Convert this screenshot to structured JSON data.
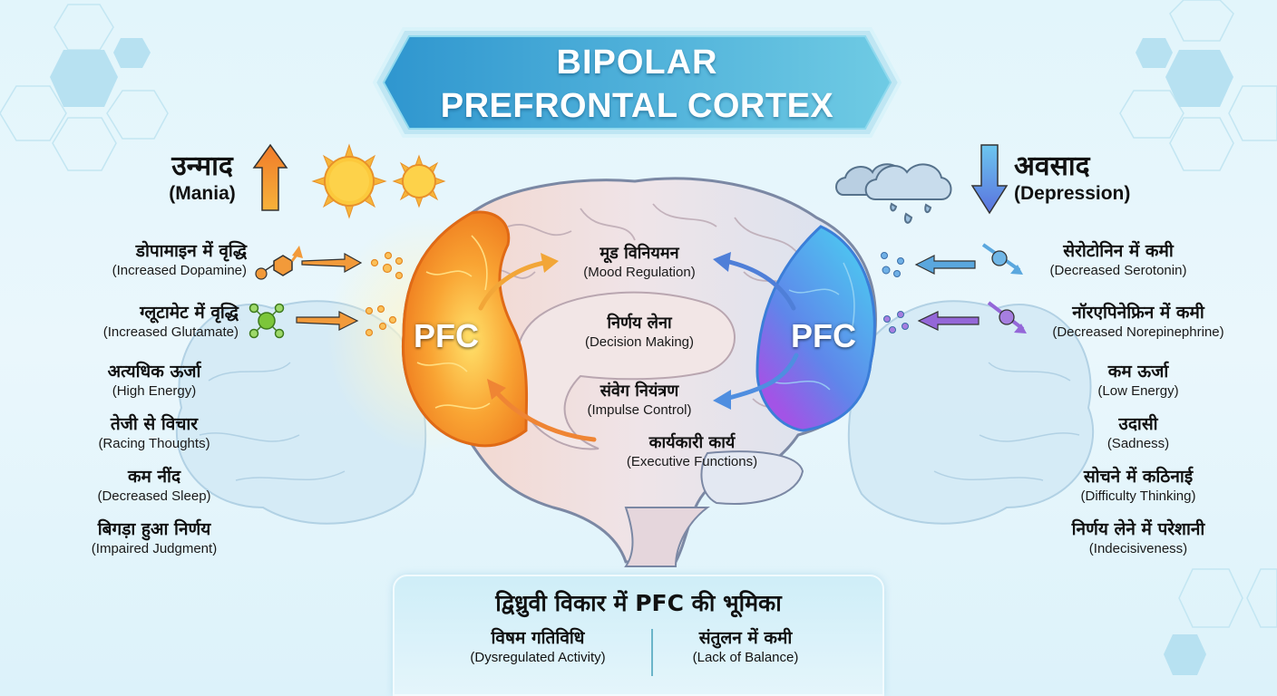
{
  "title": {
    "line1": "BIPOLAR",
    "line2": "PREFRONTAL CORTEX"
  },
  "colors": {
    "background": "#e2f5fb",
    "banner": "#3aa5d4",
    "mania_orange": "#f39a2b",
    "depression_blue": "#4a8fe0",
    "depression_purple": "#8a5ce6",
    "glutamate_green": "#7cc63a"
  },
  "mania": {
    "heading_hi": "उन्माद",
    "heading_en": "(Mania)",
    "arrow_direction": "up",
    "icon": "sun-icon",
    "neurotransmitters": [
      {
        "hi": "डोपामाइन में वृद्धि",
        "en": "(Increased Dopamine)",
        "icon": "dopamine-molecule-icon"
      },
      {
        "hi": "ग्लूटामेट में वृद्धि",
        "en": "(Increased Glutamate)",
        "icon": "glutamate-molecule-icon"
      }
    ],
    "symptoms": [
      {
        "hi": "अत्यधिक ऊर्जा",
        "en": "(High Energy)"
      },
      {
        "hi": "तेजी से विचार",
        "en": "(Racing Thoughts)"
      },
      {
        "hi": "कम नींद",
        "en": "(Decreased Sleep)"
      },
      {
        "hi": "बिगड़ा हुआ निर्णय",
        "en": "(Impaired Judgment)"
      }
    ]
  },
  "depression": {
    "heading_hi": "अवसाद",
    "heading_en": "(Depression)",
    "arrow_direction": "down",
    "icon": "rain-cloud-icon",
    "neurotransmitters": [
      {
        "hi": "सेरोटोनिन में कमी",
        "en": "(Decreased Serotonin)",
        "icon": "serotonin-molecule-icon"
      },
      {
        "hi": "नॉरएपिनेफ्रिन में कमी",
        "en": "(Decreased Norepinephrine)",
        "icon": "norepinephrine-molecule-icon"
      }
    ],
    "symptoms": [
      {
        "hi": "कम ऊर्जा",
        "en": "(Low Energy)"
      },
      {
        "hi": "उदासी",
        "en": "(Sadness)"
      },
      {
        "hi": "सोचने में कठिनाई",
        "en": "(Difficulty Thinking)"
      },
      {
        "hi": "निर्णय लेने में परेशानी",
        "en": "(Indecisiveness)"
      }
    ]
  },
  "brain": {
    "pfc_left_label": "PFC",
    "pfc_right_label": "PFC",
    "functions": [
      {
        "hi": "मूड विनियमन",
        "en": "(Mood Regulation)"
      },
      {
        "hi": "निर्णय लेना",
        "en": "(Decision Making)"
      },
      {
        "hi": "संवेग नियंत्रण",
        "en": "(Impulse Control)"
      },
      {
        "hi": "कार्यकारी कार्य",
        "en": "(Executive Functions)"
      }
    ]
  },
  "bottom_panel": {
    "title": "द्विध्रुवी विकार में PFC की भूमिका",
    "columns": [
      {
        "hi": "विषम गतिविधि",
        "en": "(Dysregulated Activity)"
      },
      {
        "hi": "संतुलन में कमी",
        "en": "(Lack of Balance)"
      }
    ]
  }
}
